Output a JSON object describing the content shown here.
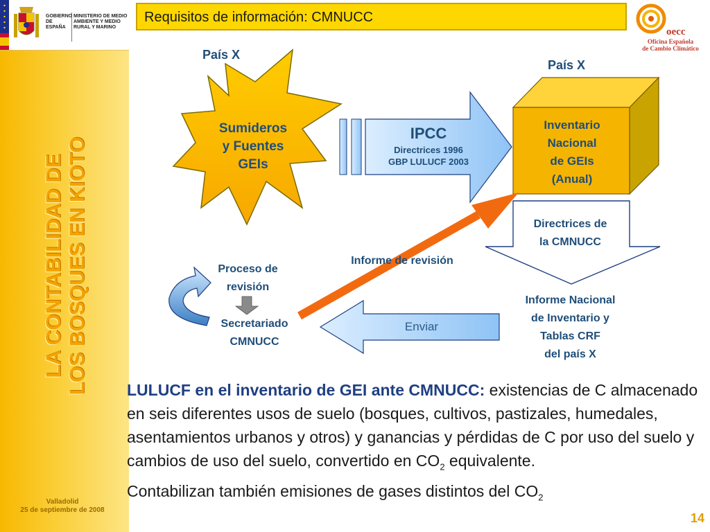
{
  "sidebar": {
    "gov_label": "Gobierno de España",
    "ministry_label": "Ministerio de Medio Ambiente y Medio Rural y Marino",
    "vertical_title_line1": "LA CONTABILIDAD DE",
    "vertical_title_line2": "LOS BOSQUES EN KIOTO",
    "footer_city": "Valladolid",
    "footer_date": "25 de septiembre de 2008"
  },
  "header": {
    "title": "Requisitos de información: CMNUCC"
  },
  "logo": {
    "name": "oecc",
    "subtitle_line1": "Oficina Española",
    "subtitle_line2": "de Cambio Climático"
  },
  "diagram": {
    "country_left": "País X",
    "country_right": "País X",
    "sinks_line1": "Sumideros",
    "sinks_line2": "y Fuentes",
    "sinks_line3": "GEIs",
    "ipcc_title": "IPCC",
    "ipcc_line1": "Directrices  1996",
    "ipcc_line2": "GBP LULUCF 2003",
    "inventory_line1": "Inventario",
    "inventory_line2": "Nacional",
    "inventory_line3": "de GEIs",
    "inventory_line4": "(Anual)",
    "cmnucc_guidelines_line1": "Directrices de",
    "cmnucc_guidelines_line2": "la CMNUCC",
    "review_report": "Informe de revisión",
    "review_process_line1": "Proceso de",
    "review_process_line2": "revisión",
    "secretariat_line1": "Secretariado",
    "secretariat_line2": "CMNUCC",
    "national_report_line1": "Informe Nacional",
    "national_report_line2": "de Inventario y",
    "national_report_line3": "Tablas CRF",
    "national_report_line4": "del país X",
    "send_label": "Enviar"
  },
  "body": {
    "heading": "LULUCF en el inventario de GEI ante CMNUCC:",
    "text_part1": " existencias de C almacenado en seis diferentes usos de suelo (bosques, cultivos, pastizales, humedales, asentamientos urbanos y otros) y ganancias y pérdidas de C por uso del suelo y cambios de uso del suelo, convertido en CO",
    "sub1": "2",
    "text_part2": " equivalente.",
    "text_line2": "Contabilizan también emisiones de gases distintos del CO",
    "sub2": "2"
  },
  "footer": {
    "page_number": "14"
  },
  "colors": {
    "sidebar_gold": "#f7b800",
    "title_bar": "#ffd700",
    "label_blue": "#1f4e79",
    "arrow_blue": "#99ccff",
    "review_arrow_orange": "#ff6600",
    "cube_face": "#f5b400"
  }
}
